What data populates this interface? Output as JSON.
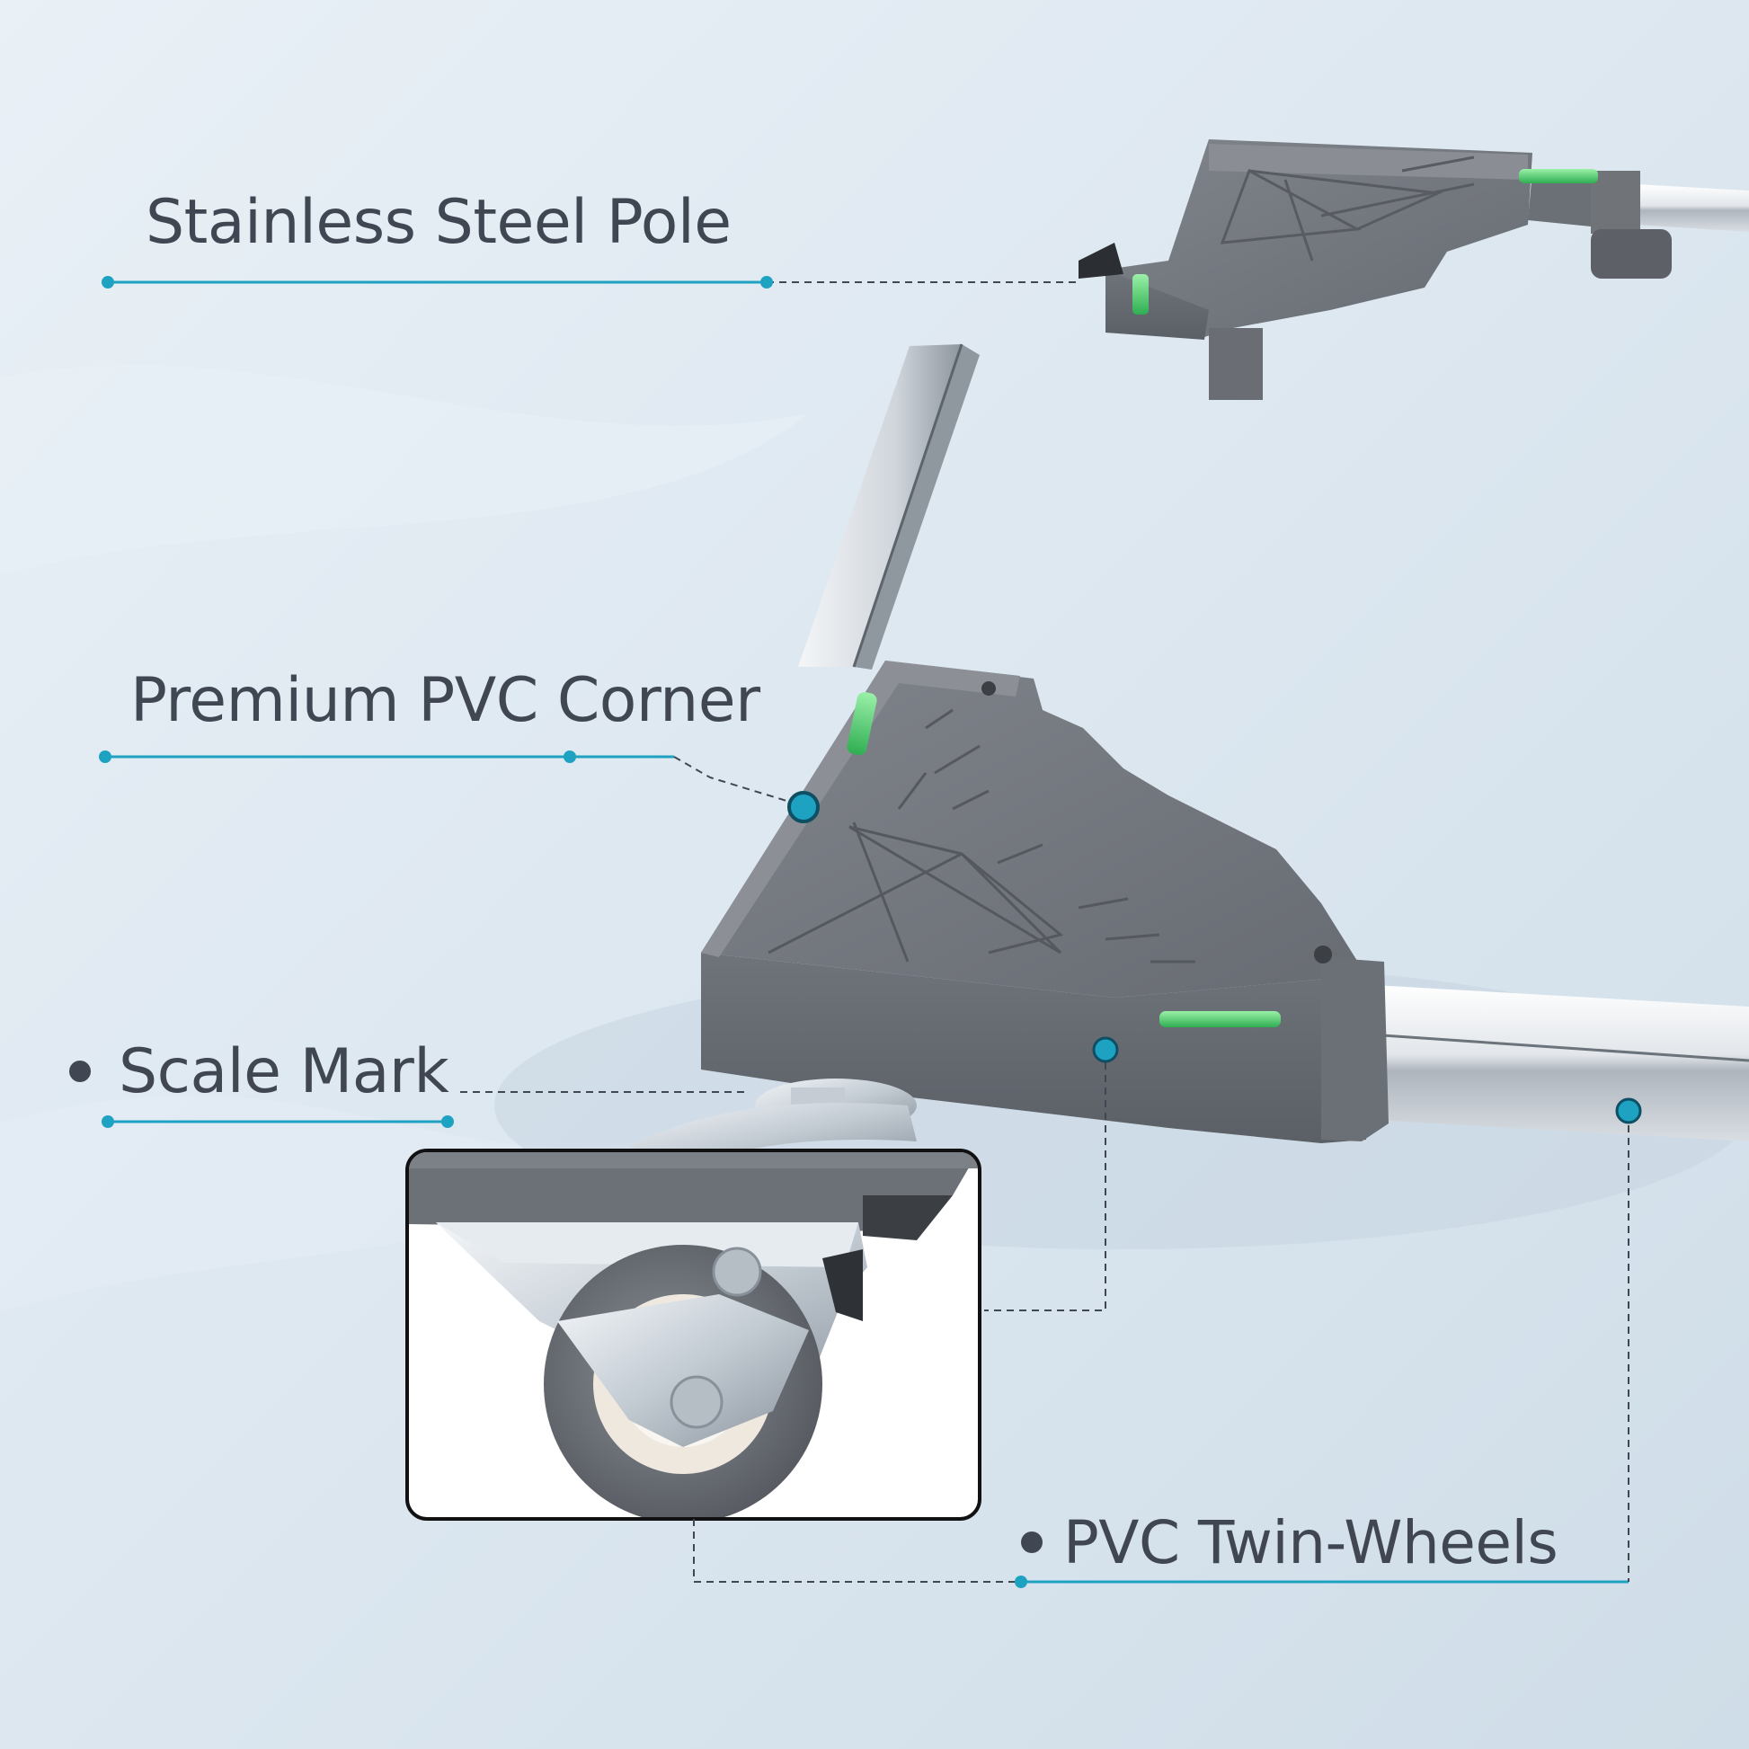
{
  "labels": {
    "pole": "Stainless Steel Pole",
    "corner": "Premium PVC Corner",
    "scale": "Scale Mark",
    "wheels": "PVC Twin-Wheels"
  },
  "colors": {
    "background": "#dfe9f1",
    "accent": "#1ea2c2",
    "text": "#414752",
    "pvc_grey": "#6f737a",
    "steel": "#e7eaee",
    "level_green": "#5cd07a"
  },
  "icons": {
    "callout_dot": "callout-dot-icon",
    "bullet": "bullet-icon",
    "bubble_level": "bubble-level-icon",
    "caster_wheel": "caster-wheel-icon"
  }
}
